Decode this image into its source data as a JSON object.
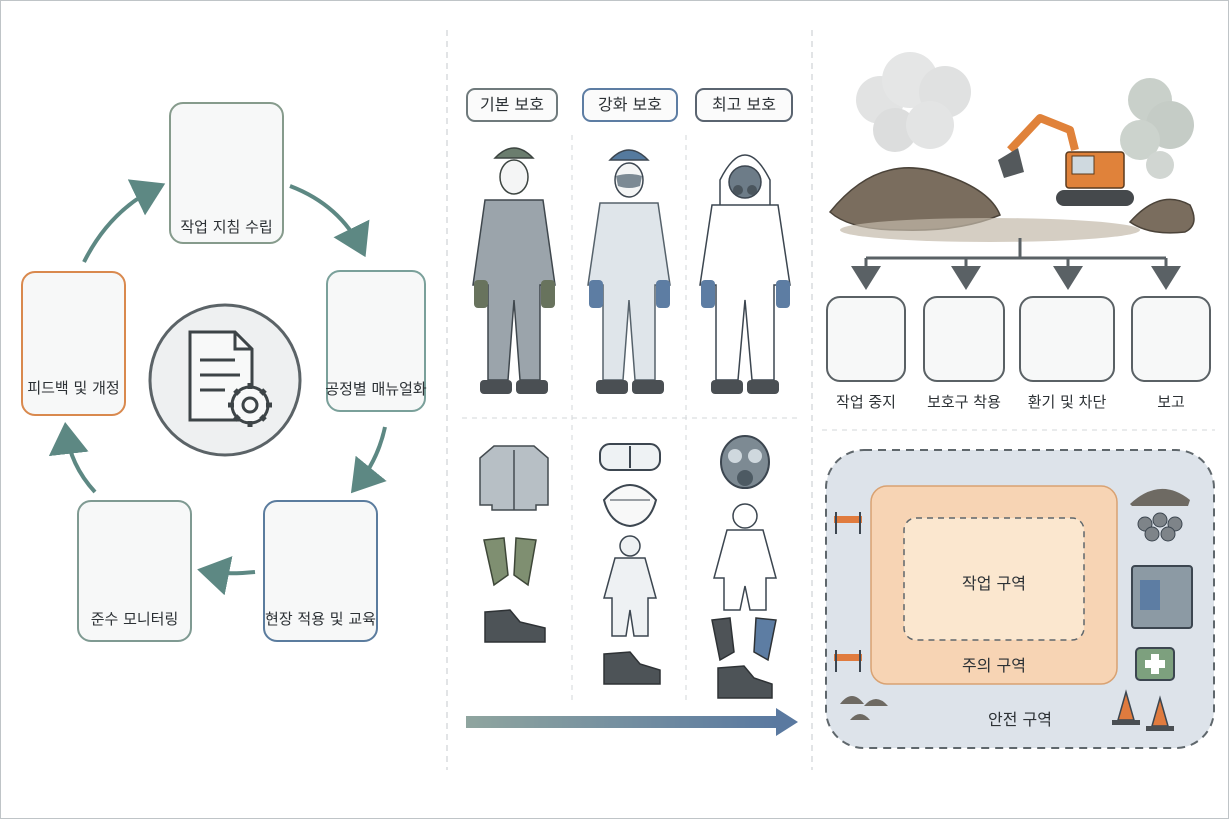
{
  "cycle": {
    "steps": [
      {
        "label": "작업 지침 수립"
      },
      {
        "label": "공정별 매뉴얼화"
      },
      {
        "label": "현장 적용 및 교육"
      },
      {
        "label": "준수 모니터링"
      },
      {
        "label": "피드백 및 개정"
      }
    ]
  },
  "ppe": {
    "levels": [
      {
        "label": "기본 보호"
      },
      {
        "label": "강화 보호"
      },
      {
        "label": "최고 보호"
      }
    ]
  },
  "response": {
    "actions": [
      {
        "label": "작업 중지"
      },
      {
        "label": "보호구 착용"
      },
      {
        "label": "환기 및 차단"
      },
      {
        "label": "보고"
      }
    ]
  },
  "zones": {
    "work": "작업 구역",
    "caution": "주의 구역",
    "safe": "안전 구역"
  },
  "colors": {
    "teal": "#4f7d7a",
    "orange": "#d9894e",
    "blue": "#4e6f93",
    "excavator": "#e0823a",
    "zone_safe": "#dde3ea",
    "zone_caution": "#f7d4b4",
    "zone_work": "#fbe7cf"
  }
}
